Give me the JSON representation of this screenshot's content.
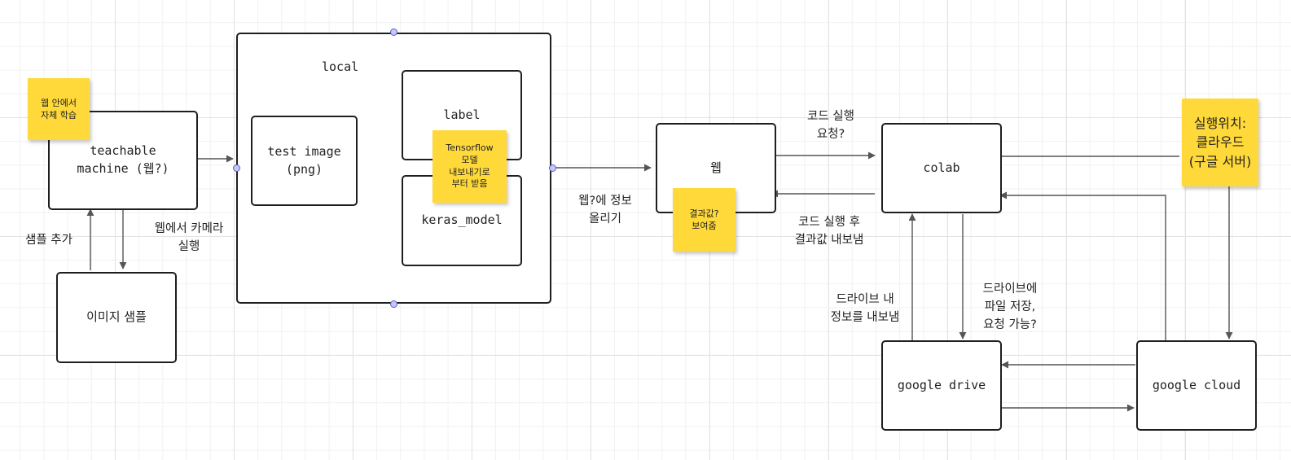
{
  "colors": {
    "stroke": "#1e1e1e",
    "edge": "#555555",
    "sticky": "#ffd93a",
    "grid": "#e3e3e3",
    "handle": "#c5c8f5"
  },
  "nodes": {
    "teachable_machine": "teachable\nmachine (웹?)",
    "image_sample": "이미지 샘플",
    "local": "local",
    "test_image": "test image\n(png)",
    "label": "label",
    "keras_model": "keras_model",
    "web": "웹",
    "colab": "colab",
    "google_drive": "google drive",
    "google_cloud": "google cloud"
  },
  "edge_labels": {
    "sample_add": "샘플 추가",
    "camera_run": "웹에서 카메라\n실행",
    "upload_info": "웹?에 정보\n올리기",
    "code_request": "코드 실행\n요청?",
    "result_export": "코드 실행 후\n결과값 내보냄",
    "drive_export": "드라이브 내\n정보를 내보냄",
    "drive_store": "드라이브에\n파일 저장,\n요청 가능?"
  },
  "stickies": {
    "web_learning": "웹 안에서\n자체 학습",
    "tensorflow": "Tensorflow\n모델\n내보내기로\n부터 받음",
    "result_show": "결과값?\n보여줌",
    "run_location": "실행위치:\n클라우드\n(구글 서버)"
  }
}
